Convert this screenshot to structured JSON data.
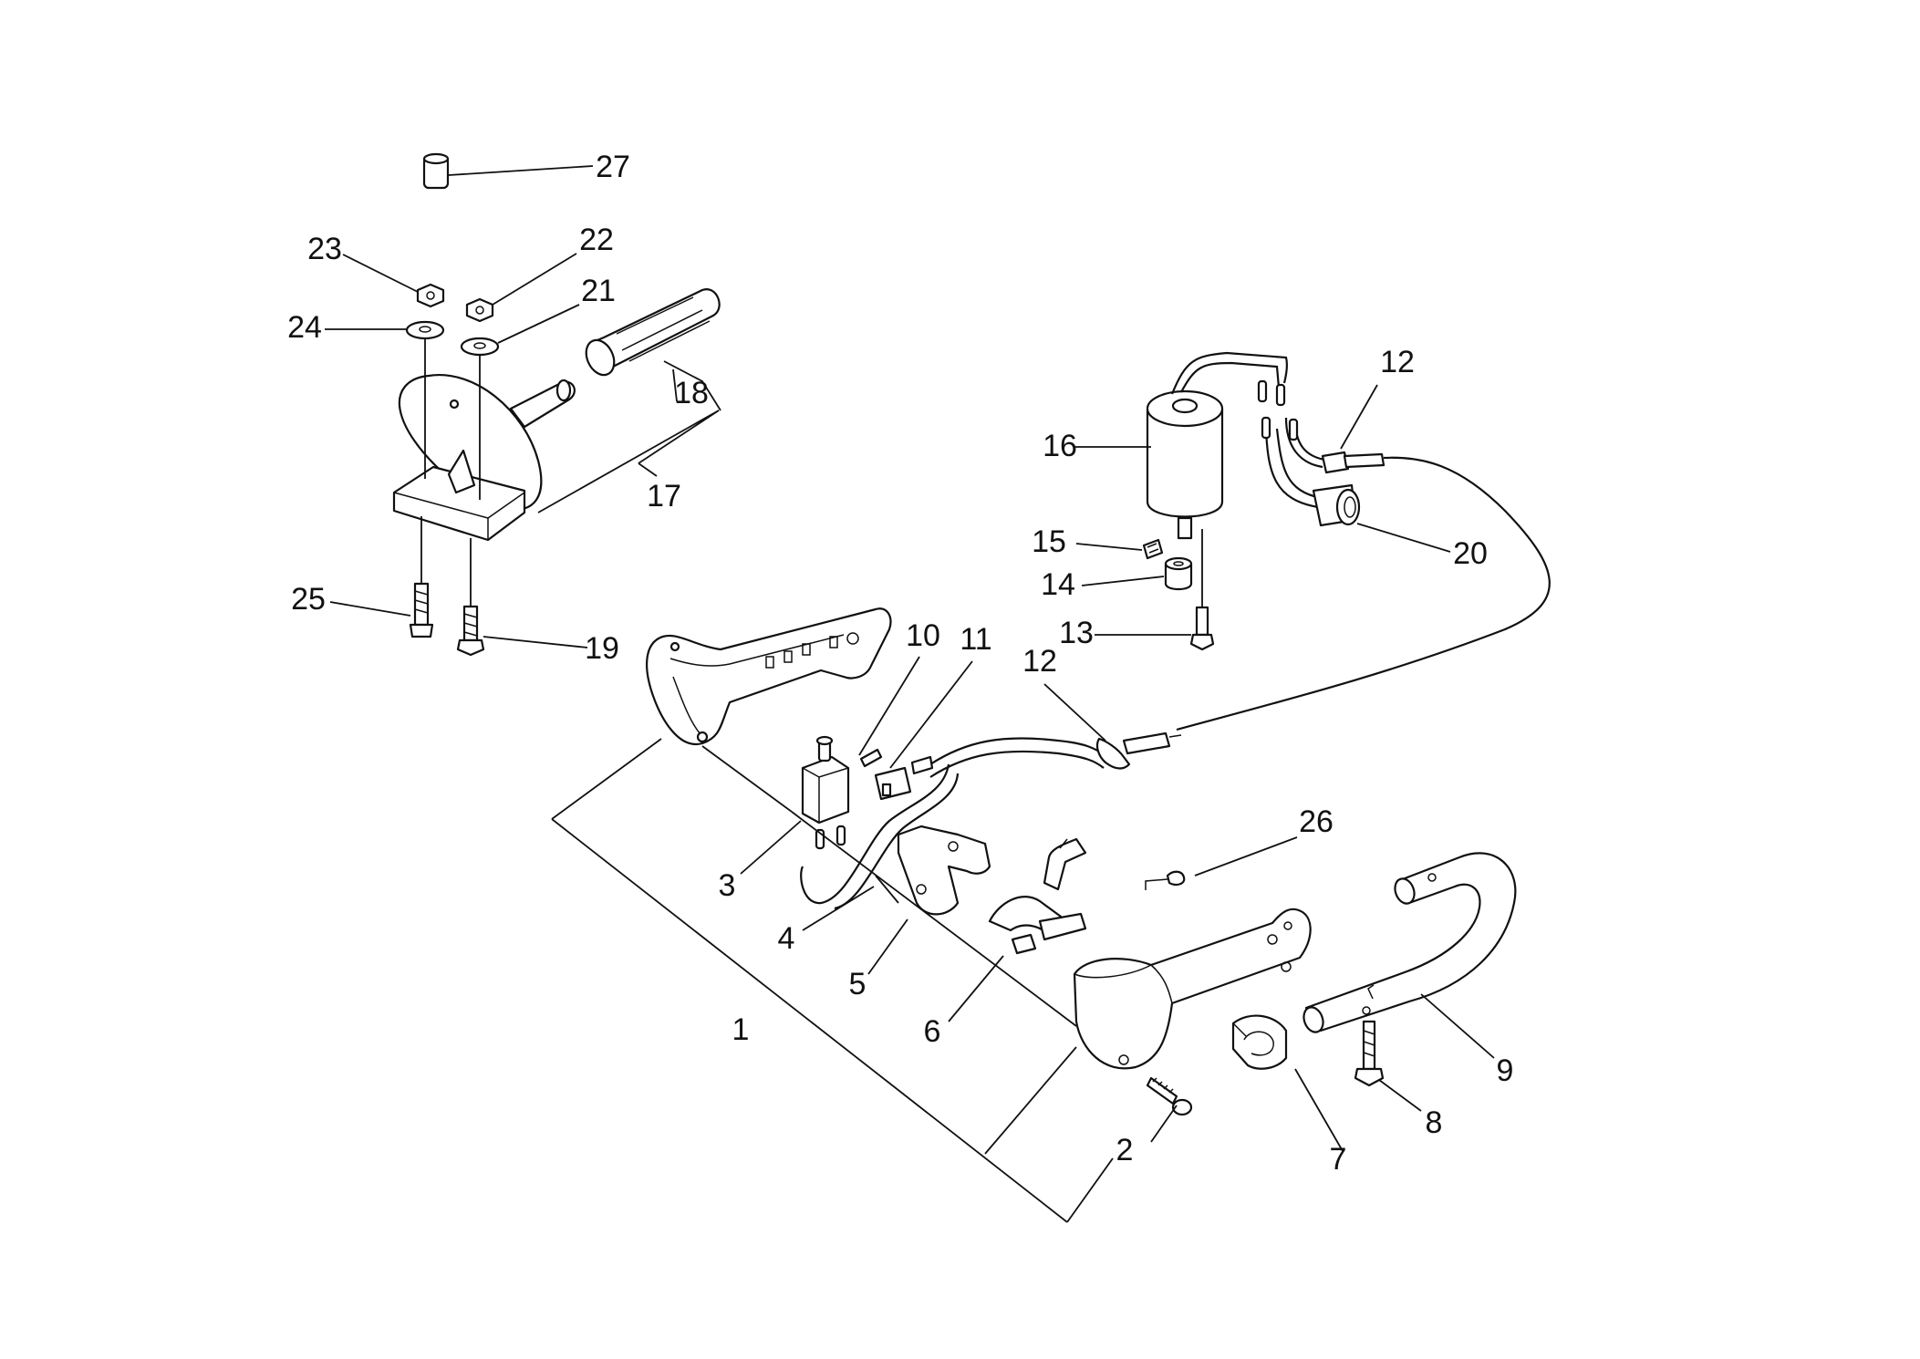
{
  "colors": {
    "ink": "#111111",
    "paper": "#ffffff"
  },
  "parts": [
    {
      "number": "1"
    },
    {
      "number": "2"
    },
    {
      "number": "3"
    },
    {
      "number": "4"
    },
    {
      "number": "5"
    },
    {
      "number": "6"
    },
    {
      "number": "7"
    },
    {
      "number": "8"
    },
    {
      "number": "9"
    },
    {
      "number": "10"
    },
    {
      "number": "11"
    },
    {
      "number": "12"
    },
    {
      "number": "12"
    },
    {
      "number": "13"
    },
    {
      "number": "14"
    },
    {
      "number": "15"
    },
    {
      "number": "16"
    },
    {
      "number": "17"
    },
    {
      "number": "18"
    },
    {
      "number": "19"
    },
    {
      "number": "20"
    },
    {
      "number": "21"
    },
    {
      "number": "22"
    },
    {
      "number": "23"
    },
    {
      "number": "24"
    },
    {
      "number": "25"
    },
    {
      "number": "26"
    },
    {
      "number": "27"
    }
  ]
}
